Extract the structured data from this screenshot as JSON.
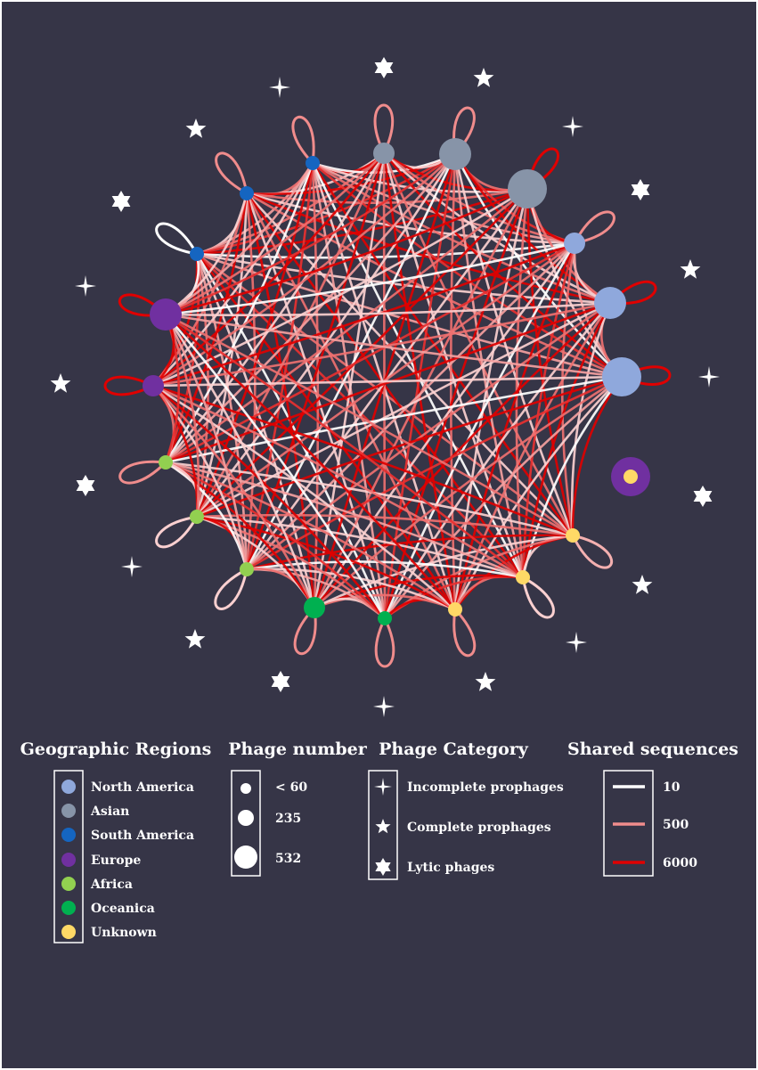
{
  "legend": {
    "regions": {
      "title": "Geographic Regions",
      "items": [
        {
          "label": "North America",
          "color": "#8FA8DC"
        },
        {
          "label": "Asian",
          "color": "#8794A8"
        },
        {
          "label": "South America",
          "color": "#1565C0"
        },
        {
          "label": "Europe",
          "color": "#7030A0"
        },
        {
          "label": "Africa",
          "color": "#92D050"
        },
        {
          "label": "Oceanica",
          "color": "#00B050"
        },
        {
          "label": "Unknown",
          "color": "#FFD966"
        }
      ]
    },
    "phage_number": {
      "title": "Phage number",
      "items": [
        "< 60",
        "235",
        "532"
      ]
    },
    "phage_category": {
      "title": "Phage Category",
      "items": [
        {
          "label": "Incomplete prophages",
          "icon": "four-point-star-icon"
        },
        {
          "label": "Complete prophages",
          "icon": "five-point-star-icon"
        },
        {
          "label": "Lytic phages",
          "icon": "six-point-star-icon"
        }
      ]
    },
    "shared_sequences": {
      "title": "Shared sequences",
      "items": [
        {
          "label": "10",
          "color": "#FFFFFF"
        },
        {
          "label": "500",
          "color": "#F08C8C"
        },
        {
          "label": "6000",
          "color": "#E00000"
        }
      ]
    }
  },
  "network": {
    "background": "#363547",
    "nodes": [
      {
        "region": "South America",
        "category": "lytic",
        "size": 2
      },
      {
        "region": "South America",
        "category": "complete",
        "size": 2
      },
      {
        "region": "South America",
        "category": "incomplete",
        "size": 2
      },
      {
        "region": "Asian",
        "category": "lytic",
        "size": 3
      },
      {
        "region": "Asian",
        "category": "complete",
        "size": 4
      },
      {
        "region": "Asian",
        "category": "incomplete",
        "size": 5
      },
      {
        "region": "North America",
        "category": "lytic",
        "size": 3
      },
      {
        "region": "North America",
        "category": "complete",
        "size": 4
      },
      {
        "region": "North America",
        "category": "incomplete",
        "size": 5
      },
      {
        "region": "Unknown",
        "category": "lytic",
        "size": 2
      },
      {
        "region": "Unknown",
        "category": "complete",
        "size": 2
      },
      {
        "region": "Unknown",
        "category": "incomplete",
        "size": 2
      },
      {
        "region": "Oceanica",
        "category": "complete",
        "size": 2
      },
      {
        "region": "Oceanica",
        "category": "incomplete",
        "size": 3
      },
      {
        "region": "Africa",
        "category": "lytic",
        "size": 2
      },
      {
        "region": "Africa",
        "category": "complete",
        "size": 2
      },
      {
        "region": "Africa",
        "category": "incomplete",
        "size": 2
      },
      {
        "region": "Europe",
        "category": "lytic",
        "size": 3
      },
      {
        "region": "Europe",
        "category": "complete",
        "size": 4
      },
      {
        "region": "Europe",
        "category": "incomplete",
        "size": 5
      }
    ]
  }
}
